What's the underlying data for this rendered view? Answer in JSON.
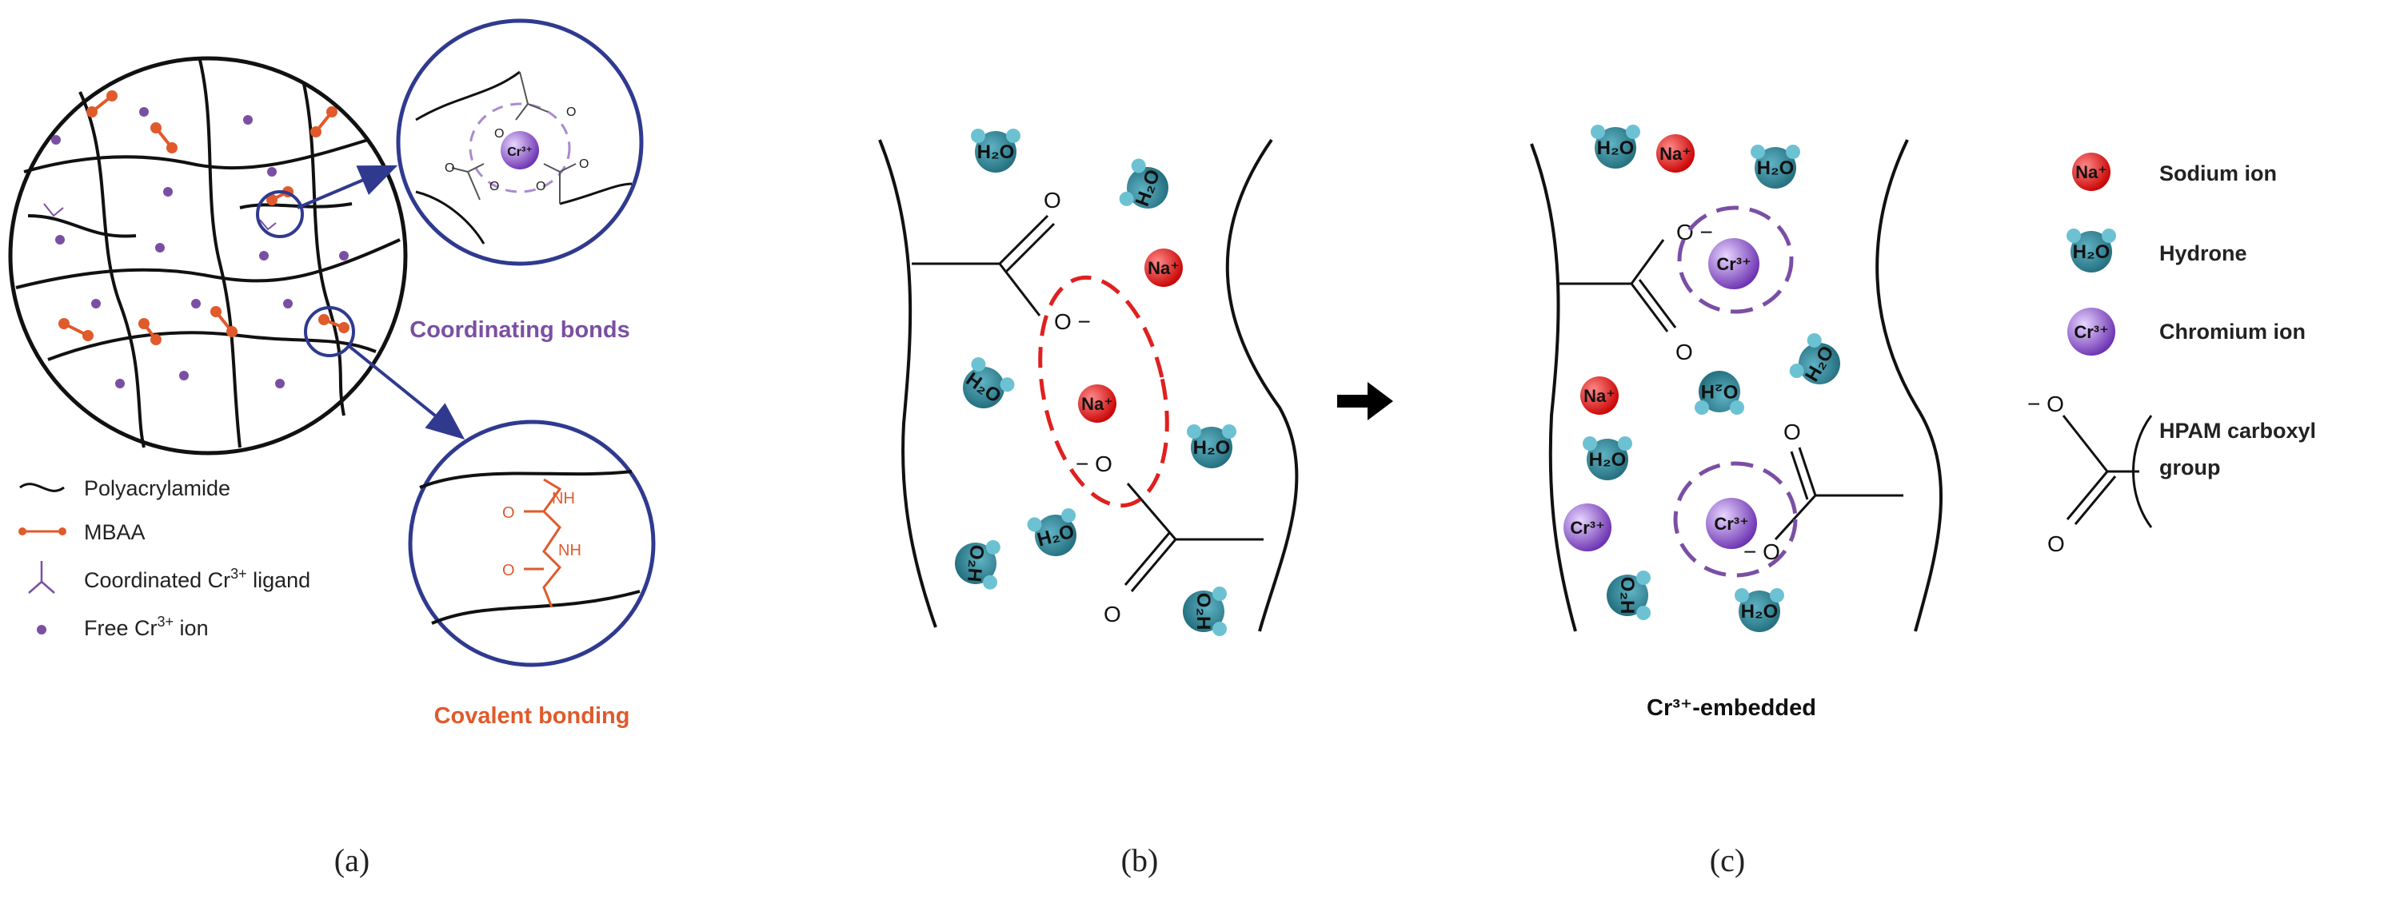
{
  "legend_a": {
    "polyacrylamide": "Polyacrylamide",
    "mbaa": "MBAA",
    "coord_ligand_pre": "Coordinated Cr",
    "coord_ligand_sup": "3+",
    "coord_ligand_post": " ligand",
    "free_ion_pre": "Free Cr",
    "free_ion_sup": "3+",
    "free_ion_post": " ion"
  },
  "zoom": {
    "coordinating": "Coordinating bonds",
    "covalent": "Covalent bonding",
    "cr_center": "Cr³⁺",
    "nh": "NH",
    "o": "O"
  },
  "ions": {
    "na": "Na⁺",
    "cr": "Cr³⁺",
    "water": "H₂O",
    "water_flipped": "O₂H"
  },
  "carboxyl": {
    "o": "O",
    "o_minus": "O −",
    "minus_o": "− O"
  },
  "legend_c": {
    "sodium": "Sodium ion",
    "hydrone": "Hydrone",
    "chromium": "Chromium ion",
    "hpam_line1": "HPAM carboxyl",
    "hpam_line2": "group",
    "minus_o": "− O",
    "o": "O"
  },
  "caption_c": "Cr³⁺-embedded",
  "panel_labels": {
    "a": "(a)",
    "b": "(b)",
    "c": "(c)"
  },
  "colors": {
    "navy": "#2f3a8f",
    "purple": "#7a4fa3",
    "orange": "#e05a2b",
    "sodium": "#e02020",
    "water": "#2d7f8f",
    "chromium": "#8e5cc4",
    "arrow": "#000000"
  }
}
